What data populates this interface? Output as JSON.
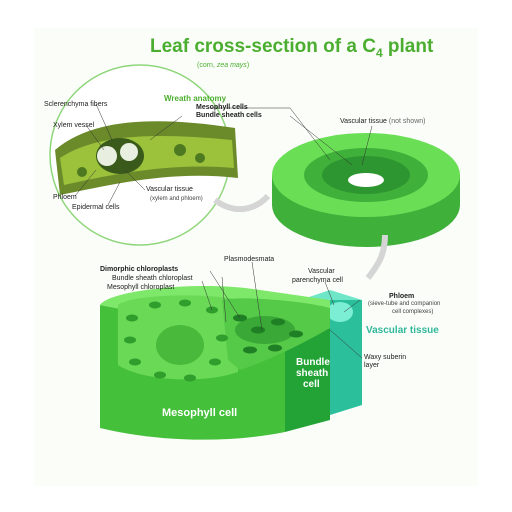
{
  "title": {
    "text": "Leaf cross-section of a C",
    "subscript": "4",
    "suffix": " plant"
  },
  "subtitle": {
    "prefix": "(corn, ",
    "italic": "zea mays",
    "suffix": ")"
  },
  "labels": {
    "sclerenchyma": "Sclerenchyma fibers",
    "xylem_vessel": "Xylem vessel",
    "wreath_anatomy": "Wreath anatomy",
    "mesophyll_cells": "Mesophyll cells",
    "bundle_sheath_cells": "Bundle sheath cells",
    "phloem_left": "Phloem",
    "epidermal": "Epidermal cells",
    "vascular_tissue_left": "Vascular tissue",
    "vascular_tissue_left_sub": "(xylem and phloem)",
    "vascular_not_shown": "Vascular tissue",
    "vascular_not_shown_sub": "(not shown)",
    "plasmodesmata": "Plasmodesmata",
    "dimorphic": "Dimorphic chloroplasts",
    "bs_chloroplast": "Bundle sheath chloroplast",
    "meso_chloroplast": "Mesophyll chloroplast",
    "vascular_parenchyma_1": "Vascular",
    "vascular_parenchyma_2": "parenchyma cell",
    "phloem_right": "Phloem",
    "phloem_right_sub1": "(sieve-tube and companion",
    "phloem_right_sub2": "cell complexes)",
    "vascular_tissue_right": "Vascular tissue",
    "bundle_sheath_1": "Bundle",
    "bundle_sheath_2": "sheath",
    "bundle_sheath_3": "cell",
    "waxy_1": "Waxy suberin",
    "waxy_2": "layer",
    "mesophyll_cell": "Mesophyll cell"
  },
  "colors": {
    "title_green": "#4cae30",
    "mesophyll_green": "#5fd14a",
    "bundle_green": "#2fa83a",
    "vascular_teal": "#3fd0b0",
    "label_teal": "#2fb89a"
  }
}
